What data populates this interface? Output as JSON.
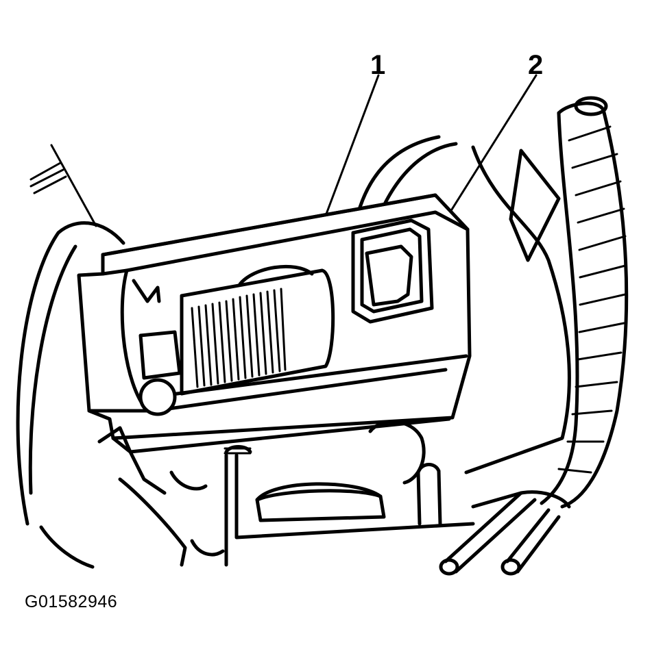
{
  "callouts": [
    {
      "id": "1",
      "label": "1"
    },
    {
      "id": "2",
      "label": "2"
    }
  ],
  "figure_id": "G01582946",
  "colors": {
    "line": "#000000",
    "background": "#ffffff"
  }
}
